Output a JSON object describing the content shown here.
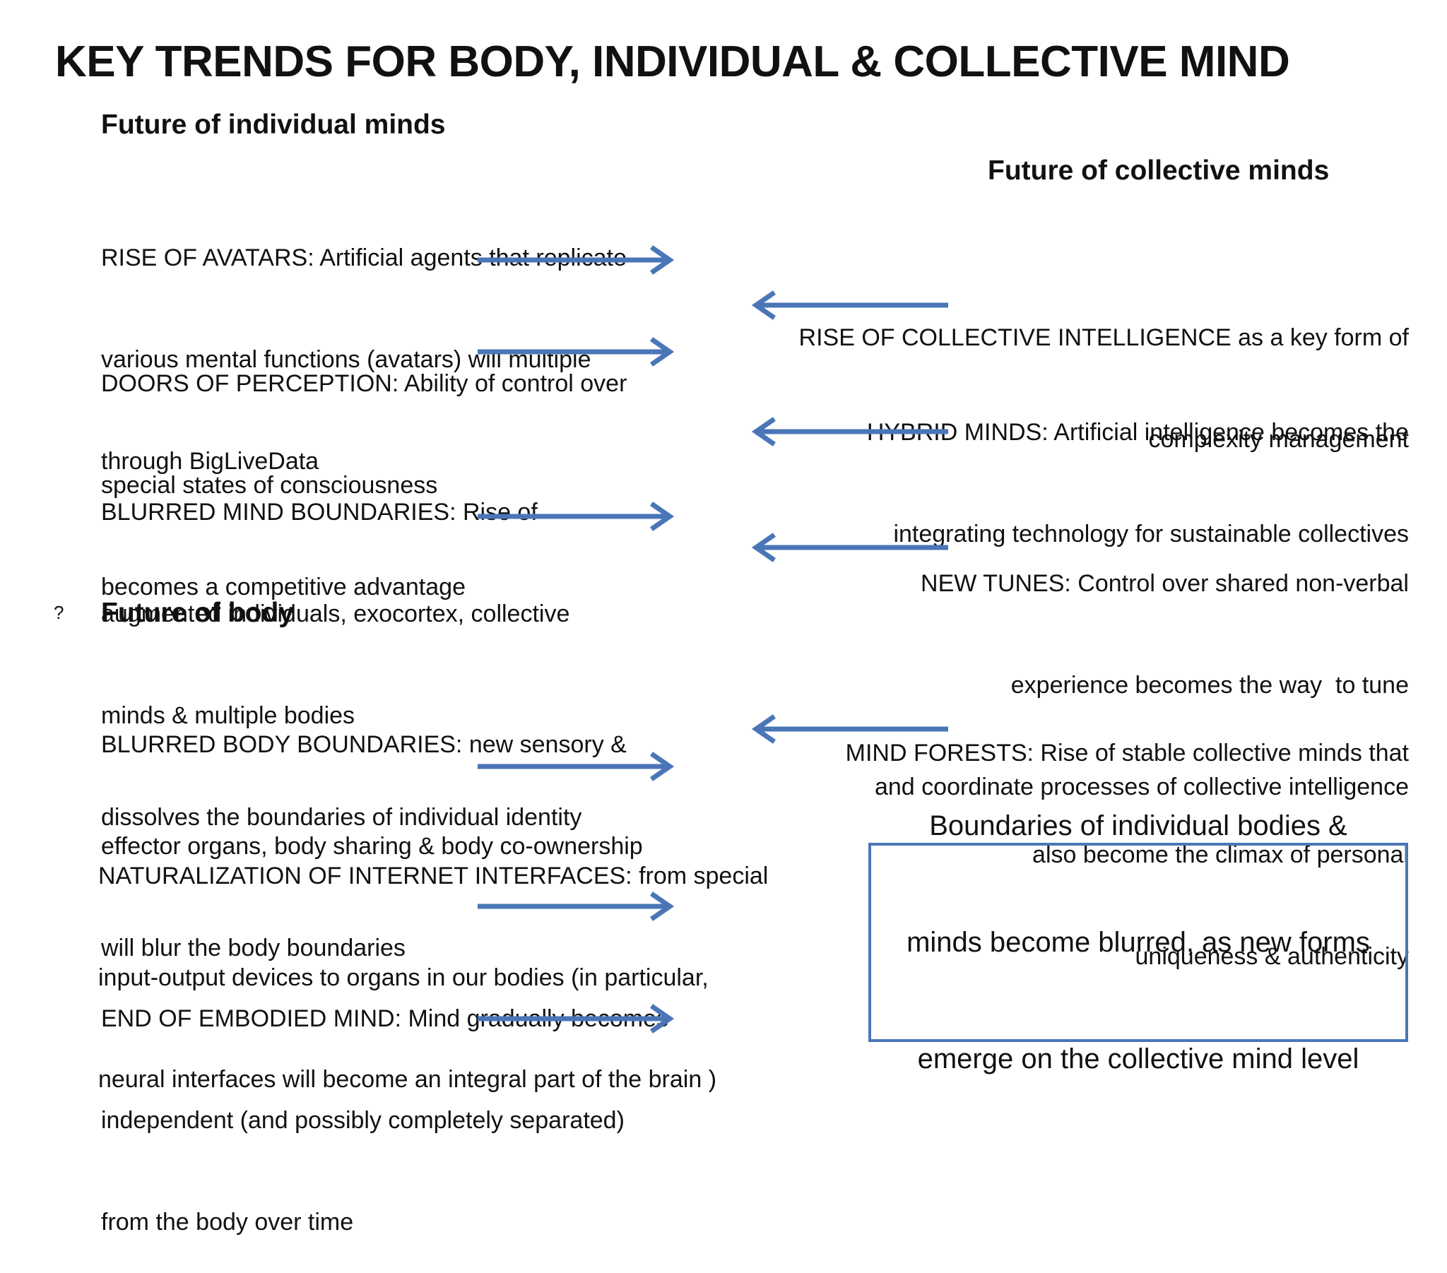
{
  "title": "KEY TRENDS FOR BODY, INDIVIDUAL & COLLECTIVE MIND",
  "colors": {
    "arrow": "#4a76b7",
    "box_border": "#4a76b7",
    "text": "#111111"
  },
  "individual": {
    "heading": "Future of individual minds",
    "items": [
      {
        "lines": [
          "RISE OF AVATARS: Artificial agents that replicate",
          "various mental functions (avatars) will multiple",
          "through BigLiveData"
        ]
      },
      {
        "lines": [
          "DOORS OF PERCEPTION: Ability of control over",
          "special states of consciousness",
          "becomes a competitive advantage"
        ]
      },
      {
        "lines": [
          "BLURRED MIND BOUNDARIES: Rise of",
          "augmented individuals, exocortex, collective",
          "minds & multiple bodies",
          "dissolves the boundaries of individual identity"
        ]
      }
    ]
  },
  "body": {
    "marker": "?",
    "heading": "Future of body",
    "items": [
      {
        "lines": [
          "BLURRED BODY BOUNDARIES: new sensory &",
          "effector organs, body sharing & body co-ownership",
          "will blur the body boundaries"
        ]
      },
      {
        "lines": [
          "NATURALIZATION OF INTERNET INTERFACES: from special",
          "input-output devices to organs in our bodies (in particular,",
          "neural interfaces will become an integral part of the brain )"
        ]
      },
      {
        "lines": [
          "END OF EMBODIED MIND: Mind gradually becomes",
          "independent (and possibly completely separated)",
          "from the body over time"
        ]
      }
    ]
  },
  "collective": {
    "heading": "Future of collective minds",
    "items": [
      {
        "lines": [
          "RISE OF COLLECTIVE INTELLIGENCE as a key form of",
          "complexity management"
        ]
      },
      {
        "lines": [
          "HYBRID MINDS: Artificial intelligence becomes the",
          "integrating technology for sustainable collectives"
        ]
      },
      {
        "lines": [
          "NEW TUNES: Control over shared non-verbal",
          "experience becomes the way  to tune",
          "and coordinate processes of collective intelligence"
        ]
      },
      {
        "lines": [
          "MIND FORESTS: Rise of stable collective minds that",
          "also become the climax of personal",
          "uniqueness & authenticity"
        ]
      }
    ]
  },
  "summary": {
    "lines": [
      "Boundaries of individual bodies &",
      "minds become blurred, as new forms",
      "emerge on the collective mind level"
    ]
  },
  "arrows": {
    "right_pointing_count": 6,
    "left_pointing_count": 4
  }
}
